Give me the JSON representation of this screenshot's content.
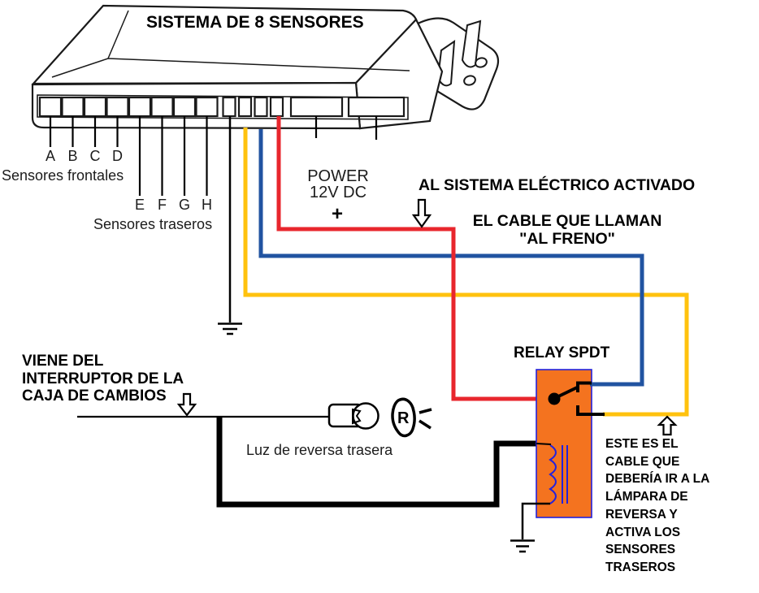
{
  "diagram": {
    "title": "SISTEMA DE 8 SENSORES",
    "connectors": {
      "front": [
        "A",
        "B",
        "C",
        "D"
      ],
      "rear": [
        "E",
        "F",
        "G",
        "H"
      ]
    },
    "front_sensors_label": "Sensores frontales",
    "rear_sensors_label": "Sensores traseros",
    "power": {
      "line1": "POWER",
      "line2": "12V DC",
      "plus": "+"
    },
    "annotations": {
      "activated_system": "AL SISTEMA ELÉCTRICO ACTIVADO",
      "brake_cable_line1": "EL CABLE QUE LLAMAN",
      "brake_cable_line2": "\"AL FRENO\"",
      "relay_label": "RELAY SPDT",
      "gearbox_line1": "VIENE DEL",
      "gearbox_line2": "INTERRUPTOR DE LA",
      "gearbox_line3": "CAJA DE CAMBIOS",
      "reverse_light_label": "Luz de reversa trasera",
      "reverse_lamp_letter": "R",
      "note_lines": [
        "ESTE ES EL",
        "CABLE QUE",
        "DEBERÍA IR A LA",
        "LÁMPARA DE",
        "REVERSA Y",
        "ACTIVA LOS",
        "SENSORES",
        "TRASEROS"
      ]
    },
    "wire_colors": {
      "power_wire": "#e8262d",
      "brake_wire": "#2153a1",
      "reverse_sensor_wire": "#ffc20e",
      "ground_wire": "#000000",
      "reverse_light_wire": "#000000"
    },
    "relay_colors": {
      "fill": "#f4731f",
      "border": "#2222dd",
      "coil": "#2222dd"
    }
  }
}
